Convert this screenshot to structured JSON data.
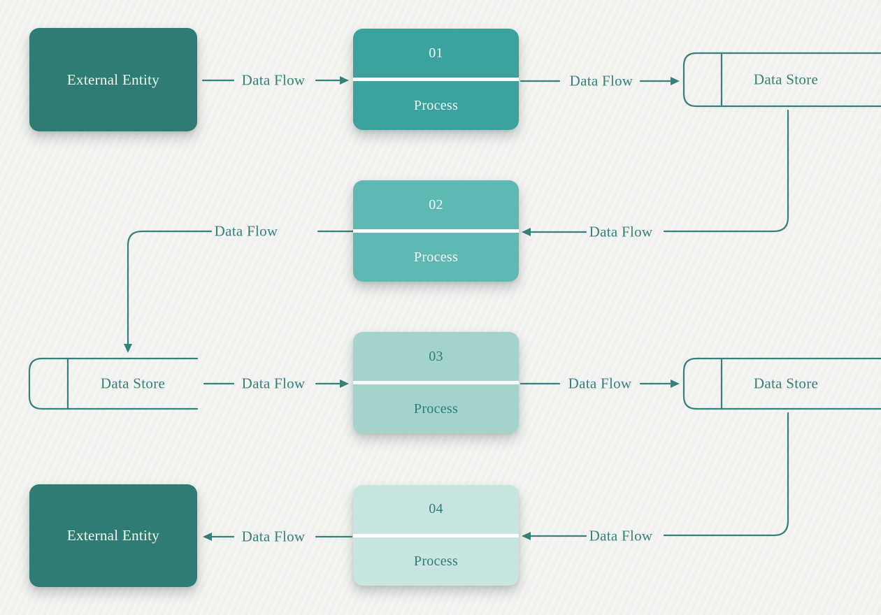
{
  "diagram": {
    "kind": "data-flow-diagram",
    "colors": {
      "background": "#f2f3f0",
      "line": "#36807a",
      "external_entity": "#2e7c73",
      "process_01": "#3ba29e",
      "process_02": "#60b8b3",
      "process_03": "#a3d3cd",
      "process_04": "#c9e5e1",
      "text_light": "#f2faf9",
      "text_dark": "#2f7d76",
      "divider": "#ffffff"
    },
    "external_entities": [
      {
        "label": "External Entity"
      },
      {
        "label": "External Entity"
      }
    ],
    "processes": [
      {
        "number": "01",
        "label": "Process"
      },
      {
        "number": "02",
        "label": "Process"
      },
      {
        "number": "03",
        "label": "Process"
      },
      {
        "number": "04",
        "label": "Process"
      }
    ],
    "data_stores": [
      {
        "label": "Data Store"
      },
      {
        "label": "Data Store"
      },
      {
        "label": "Data Store"
      }
    ],
    "flows": [
      {
        "label": "Data Flow"
      },
      {
        "label": "Data Flow"
      },
      {
        "label": "Data Flow"
      },
      {
        "label": "Data Flow"
      },
      {
        "label": "Data Flow"
      },
      {
        "label": "Data Flow"
      },
      {
        "label": "Data Flow"
      },
      {
        "label": "Data Flow"
      }
    ]
  }
}
